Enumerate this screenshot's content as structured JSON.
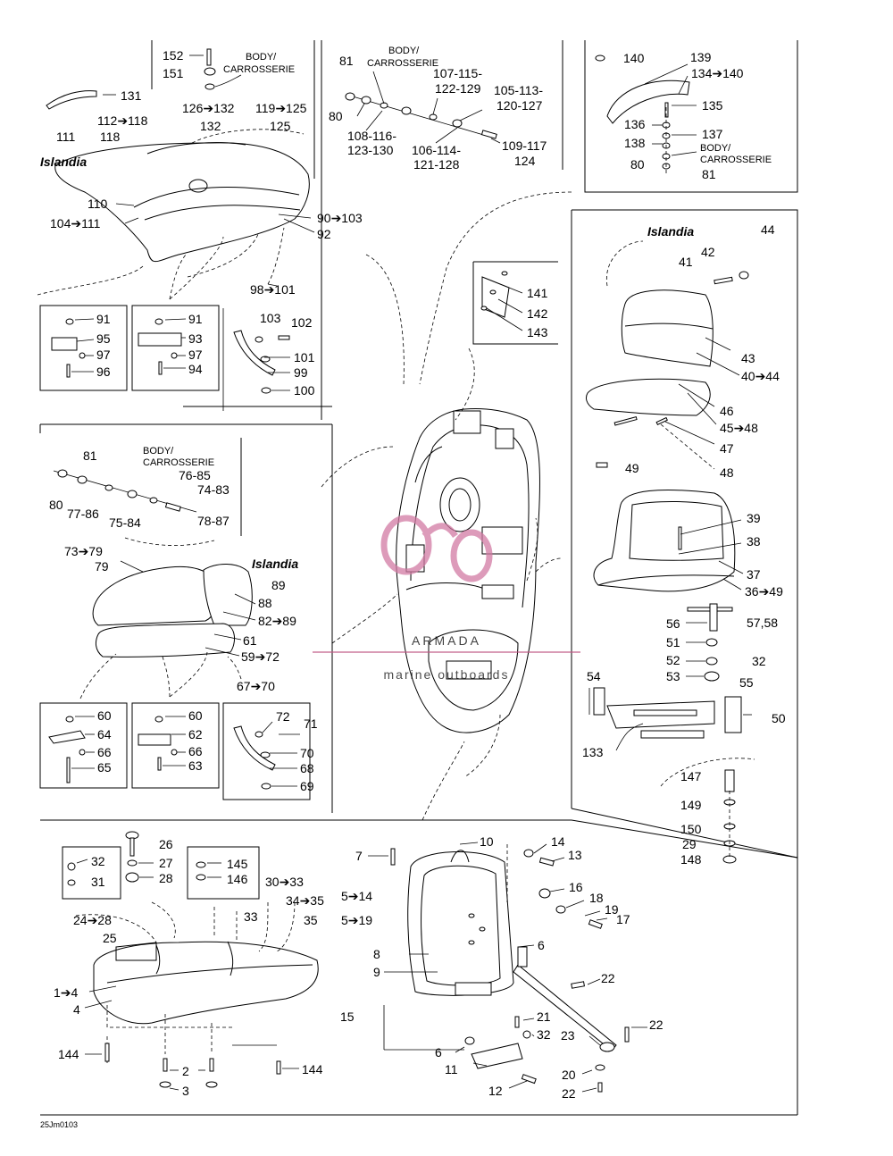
{
  "diagram": {
    "doc_code": "25Jm0103",
    "brand_text": "Islandia",
    "watermark": {
      "title": "ARMADA",
      "subtitle": "marine outboards",
      "colors": {
        "pink": "#d27aa3",
        "gray": "#555555"
      }
    },
    "body_label": {
      "line1": "BODY/",
      "line2": "CARROSSERIE"
    },
    "labels": {
      "l152": "152",
      "l151": "151",
      "l131": "131",
      "l126": "126➔132",
      "l132": "132",
      "l119": "119➔125",
      "l125": "125",
      "l112": "112➔118",
      "l118": "118",
      "l111": "111",
      "l110": "110",
      "l104": "104➔111",
      "l90": "90➔103",
      "l92": "92",
      "l98": "98➔101",
      "l103": "103",
      "l102": "102",
      "l101": "101",
      "l99": "99",
      "l100": "100",
      "l91a": "91",
      "l95": "95",
      "l97a": "97",
      "l96": "96",
      "l91b": "91",
      "l93": "93",
      "l97b": "97",
      "l94": "94",
      "l81a": "81",
      "l80a": "80",
      "l107": "107-115-",
      "l122": "122-129",
      "l105": "105-113-",
      "l120": "120-127",
      "l108": "108-116-",
      "l123": "123-130",
      "l106": "106-114-",
      "l121": "121-128",
      "l109": "109-117",
      "l124": "124",
      "l140": "140",
      "l139": "139",
      "l134": "134➔140",
      "l135": "135",
      "l136": "136",
      "l137": "137",
      "l138": "138",
      "l80b": "80",
      "l81b": "81",
      "l141": "141",
      "l142": "142",
      "l143": "143",
      "l44": "44",
      "l42": "42",
      "l41": "41",
      "l43": "43",
      "l40": "40➔44",
      "l46": "46",
      "l45": "45➔48",
      "l47": "47",
      "l49": "49",
      "l48": "48",
      "l39": "39",
      "l38": "38",
      "l37": "37",
      "l36": "36➔49",
      "l56": "56",
      "l57": "57,58",
      "l51": "51",
      "l52": "52",
      "l53": "53",
      "l32a": "32",
      "l54": "54",
      "l55": "55",
      "l50": "50",
      "l133": "133",
      "l147": "147",
      "l149": "149",
      "l150": "150",
      "l29": "29",
      "l148": "148",
      "l81c": "81",
      "l80c": "80",
      "l76": "76-85",
      "l74": "74-83",
      "l77": "77-86",
      "l75": "75-84",
      "l78": "78-87",
      "l73": "73➔79",
      "l79": "79",
      "l89": "89",
      "l88": "88",
      "l82": "82➔89",
      "l61": "61",
      "l59": "59➔72",
      "l67": "67➔70",
      "l60a": "60",
      "l64": "64",
      "l66a": "66",
      "l65": "65",
      "l60b": "60",
      "l62": "62",
      "l66b": "66",
      "l63": "63",
      "l72": "72",
      "l71": "71",
      "l70": "70",
      "l68": "68",
      "l69": "69",
      "l32b": "32",
      "l31": "31",
      "l26": "26",
      "l27": "27",
      "l28": "28",
      "l145": "145",
      "l146": "146",
      "l30": "30➔33",
      "l34": "34➔35",
      "l24": "24➔28",
      "l25": "25",
      "l33": "33",
      "l35": "35",
      "l1": "1➔4",
      "l4": "4",
      "l144a": "144",
      "l2": "2",
      "l3": "3",
      "l144b": "144",
      "l7": "7",
      "l10": "10",
      "l14a": "14",
      "l13": "13",
      "l5a": "5➔14",
      "l16": "16",
      "l18": "18",
      "l19": "19",
      "l17": "17",
      "l5b": "5➔19",
      "l8": "8",
      "l6a": "6",
      "l9": "9",
      "l22a": "22",
      "l15": "15",
      "l21": "21",
      "l22b": "22",
      "l32c": "32",
      "l23": "23",
      "l6b": "6",
      "l11": "11",
      "l20": "20",
      "l12": "12",
      "l22c": "22"
    }
  }
}
